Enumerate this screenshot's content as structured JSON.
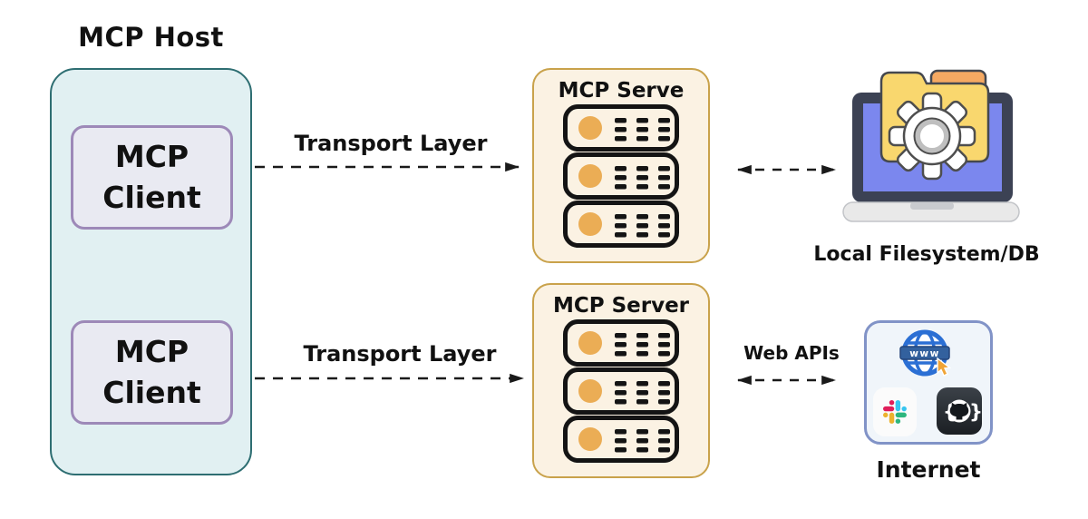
{
  "colors": {
    "canvas-bg": "#ffffff",
    "text": "#111111",
    "host-fill": "#E1F0F2",
    "host-border": "#2E6E72",
    "client-fill": "#E9EAF2",
    "client-border": "#9D89B8",
    "server-fill": "#FBF2E3",
    "server-border": "#C9A24B",
    "server-unit-stroke": "#141414",
    "server-led": "#EBAD55",
    "arrow": "#1A1A1A",
    "internet-fill": "#F0F5FA",
    "internet-border": "#8193C7",
    "laptop-frame": "#3C4254",
    "laptop-screen": "#7B87EE",
    "laptop-base": "#E9E9E9",
    "folder-yellow": "#F9D76E",
    "folder-orange": "#F5A962",
    "gear-fill": "#FFFFFF",
    "globe-blue": "#2B6FD4",
    "globe-banner": "#33619E",
    "cursor-orange": "#F0A437",
    "slack-blue": "#36C5F0",
    "slack-green": "#2EB67D",
    "slack-red": "#E01E5A",
    "slack-yellow": "#ECB22E",
    "github-dark": "#24292F"
  },
  "host": {
    "title": "MCP Host",
    "clients": [
      {
        "label": "MCP Client"
      },
      {
        "label": "MCP Client"
      }
    ]
  },
  "servers": [
    {
      "title": "MCP Serve"
    },
    {
      "title": "MCP Server"
    }
  ],
  "arrows": {
    "transport_top": "Transport Layer",
    "transport_bottom": "Transport Layer",
    "web_apis": "Web APIs"
  },
  "endpoints": {
    "filesystem": {
      "label": "Local Filesystem/DB"
    },
    "internet": {
      "label": "Internet",
      "globe_text": "www"
    }
  },
  "icons": {
    "github": {
      "left_brace": "{",
      "right_brace": "}"
    }
  }
}
